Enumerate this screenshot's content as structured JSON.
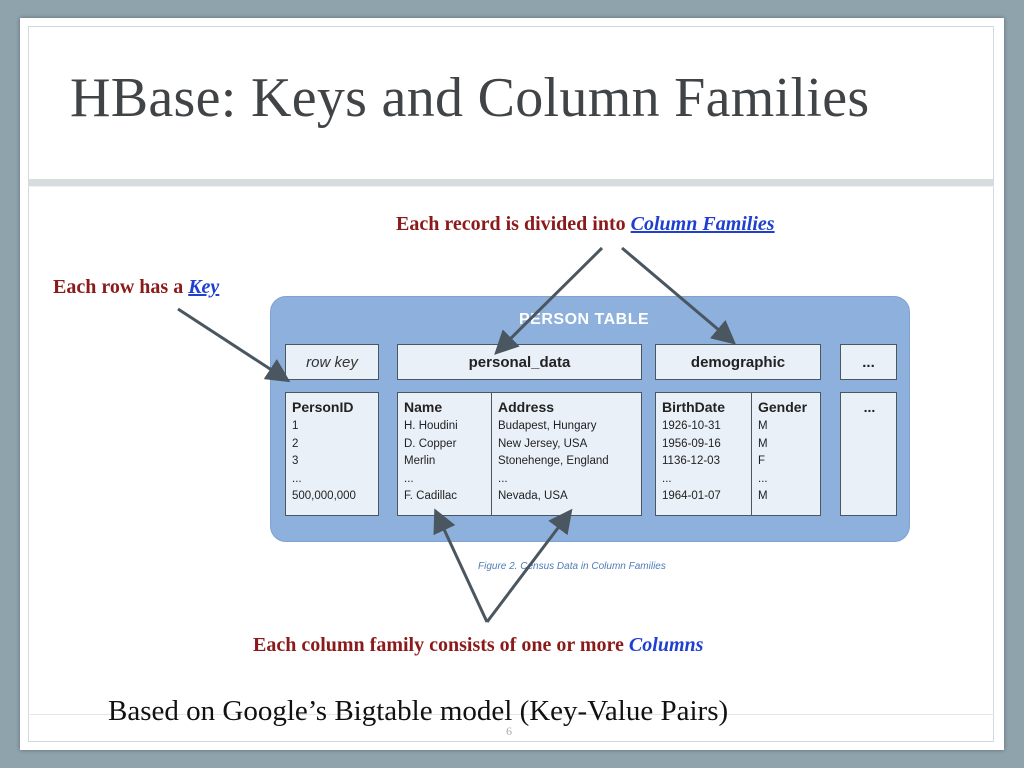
{
  "slide": {
    "title": "HBase: Keys and Column Families",
    "bottom_text": "Based on Google’s Bigtable model (Key-Value Pairs)",
    "page_number": "6"
  },
  "callouts": {
    "column_families": {
      "prefix": "Each record is divided into ",
      "emphasis": "Column Families"
    },
    "row_key": {
      "prefix": "Each row has a ",
      "emphasis": "Key"
    },
    "columns": {
      "prefix": "Each column family consists of one or more ",
      "emphasis": "Columns"
    }
  },
  "person_table": {
    "title": "PERSON TABLE",
    "headers": {
      "row_key": "row key",
      "personal_data": "personal_data",
      "demographic": "demographic",
      "more": "..."
    },
    "columns": {
      "person_id": {
        "head": "PersonID",
        "cells": [
          "1",
          "2",
          "3",
          "...",
          "500,000,000"
        ]
      },
      "name": {
        "head": "Name",
        "cells": [
          "H. Houdini",
          "D. Copper",
          "Merlin",
          "...",
          "F. Cadillac"
        ]
      },
      "address": {
        "head": "Address",
        "cells": [
          "Budapest, Hungary",
          "New Jersey, USA",
          "Stonehenge, England",
          "...",
          "Nevada, USA"
        ]
      },
      "birthdate": {
        "head": "BirthDate",
        "cells": [
          "1926-10-31",
          "1956-09-16",
          "1136-12-03",
          "...",
          "1964-01-07"
        ]
      },
      "gender": {
        "head": "Gender",
        "cells": [
          "M",
          "M",
          "F",
          "...",
          "M"
        ]
      },
      "more": {
        "head": "..."
      }
    },
    "caption": "Figure 2.  Census Data in Column Families"
  },
  "colors": {
    "callout_text": "#8b1a1a",
    "emphasis": "#1f3fd0",
    "table_bg": "#8db1dc",
    "arrow": "#4a5660"
  }
}
